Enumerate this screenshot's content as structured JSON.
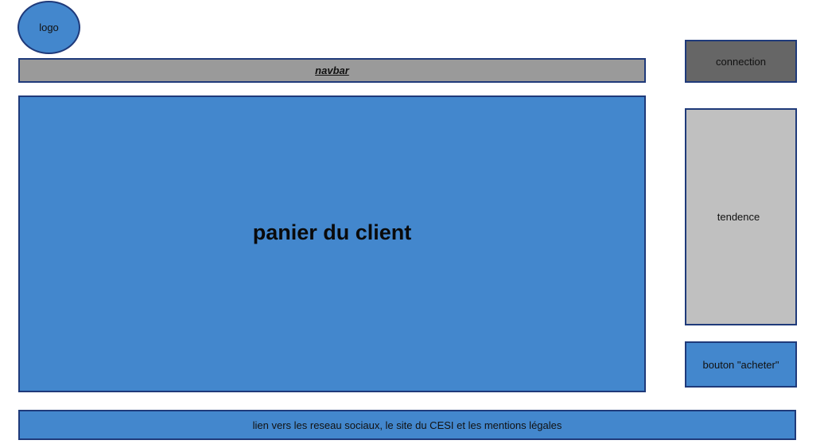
{
  "colors": {
    "primary_blue": "#4387cd",
    "navbar_gray": "#9a9a9a",
    "connection_gray": "#666666",
    "trend_gray": "#c0c0c0",
    "border_navy": "#1f3a7a"
  },
  "logo": {
    "label": "logo"
  },
  "navbar": {
    "label": "navbar"
  },
  "cart": {
    "label": "panier du client"
  },
  "connection": {
    "label": "connection"
  },
  "trend": {
    "label": "tendence"
  },
  "buy": {
    "label": "bouton \"acheter\""
  },
  "footer": {
    "label": "lien vers les reseau sociaux, le site du CESI et les mentions légales"
  }
}
